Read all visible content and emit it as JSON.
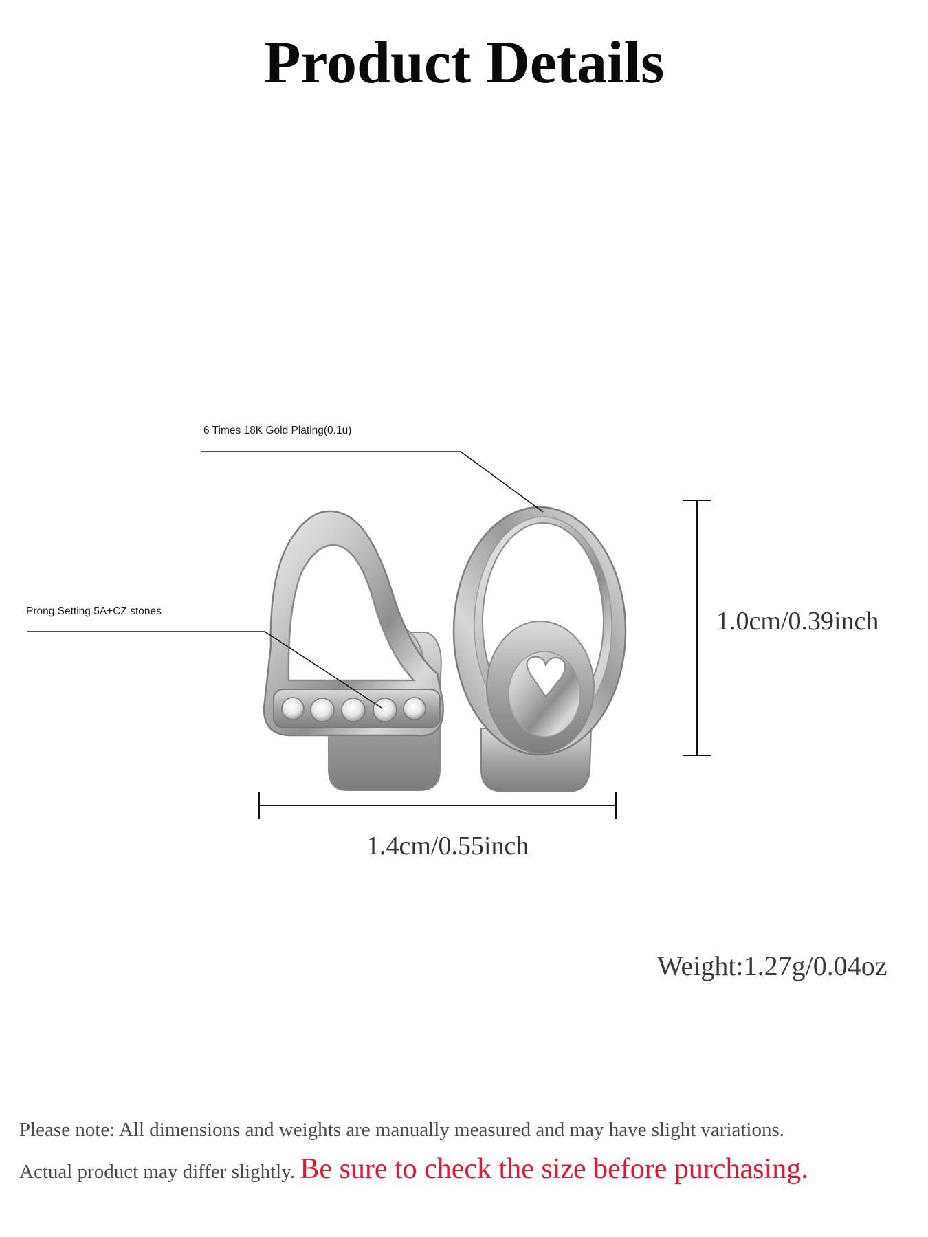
{
  "page": {
    "title": "Product Details"
  },
  "callouts": {
    "plating": "6 Times  18K  Gold  Plating(0.1u)",
    "stones": "Prong Setting 5A+CZ stones"
  },
  "dimensions": {
    "height": "1.0cm/0.39inch",
    "width": "1.4cm/0.55inch"
  },
  "specs": {
    "weight": "Weight:1.27g/0.04oz"
  },
  "notice": {
    "line1": "Please note: All dimensions and weights are manually measured and may have slight variations.",
    "line2_prefix": "Actual product may differ slightly.",
    "line2_emphasis": "Be sure to check the size before purchasing."
  },
  "colors": {
    "metal": "#c9c9c9",
    "emphasis": "#e8132f",
    "text": "#111111"
  }
}
